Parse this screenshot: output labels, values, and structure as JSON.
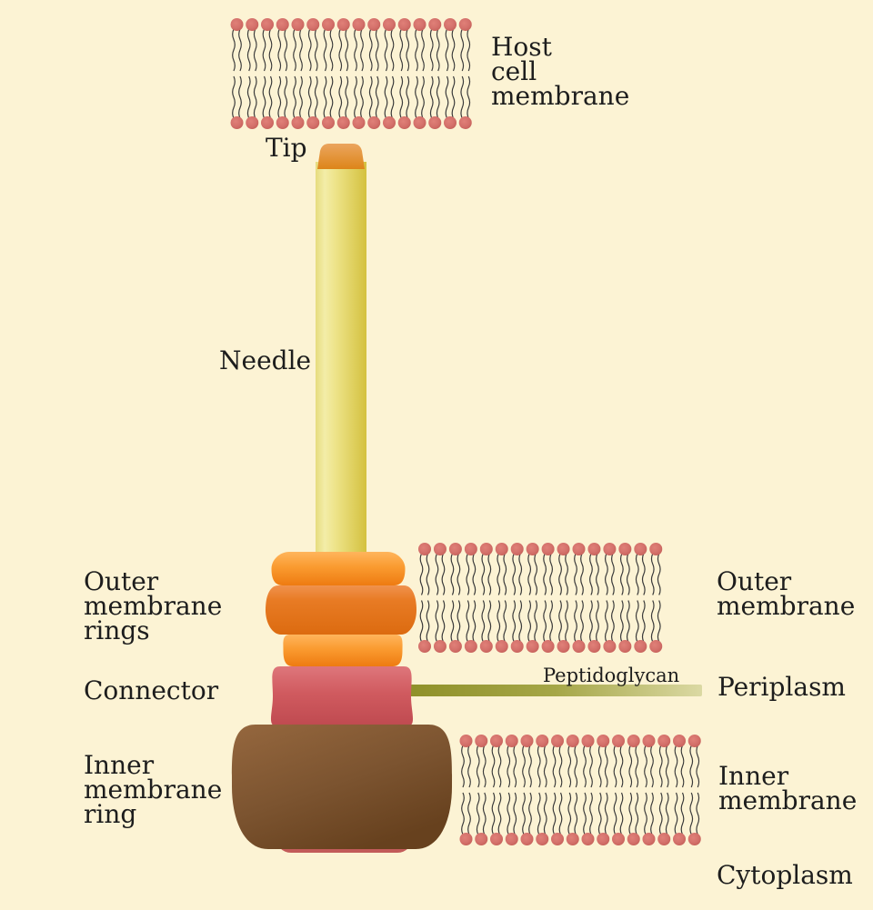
{
  "diagram": {
    "labels": {
      "host_cell_membrane": "Host\ncell\nmembrane",
      "tip": "Tip",
      "needle": "Needle",
      "outer_membrane_rings": "Outer\nmembrane\nrings",
      "connector": "Connector",
      "peptidoglycan": "Peptidoglycan",
      "periplasm": "Periplasm",
      "outer_membrane": "Outer\nmembrane",
      "inner_membrane_ring": "Inner\nmembrane\nring",
      "inner_membrane": "Inner\nmembrane",
      "cytoplasm": "Cytoplasm"
    },
    "colors": {
      "background": "#FCF3D4",
      "text": "#1D1D1D",
      "membrane_head_center": "#E08078",
      "membrane_head_mid": "#D4716B",
      "membrane_head_edge": "#C25C55",
      "lipid_tail": "#3A3A3A",
      "needle_edge": "#E6DC7E",
      "needle_light": "#F3EDA8",
      "needle_dark": "#D4C13F",
      "tip_light": "#EBA55E",
      "tip_dark": "#DD8519",
      "ring_light": "#FFB55C",
      "ring_mid_tone": "#FA9B30",
      "ring_dark": "#EE7B11",
      "ring2_light": "#F0924D",
      "ring2_mid_tone": "#E87B24",
      "ring2_dark": "#DC6B10",
      "connector_light": "#DE767B",
      "connector_mid_tone": "#D05A5F",
      "connector_dark": "#BF4A50",
      "connector_base": "#C25B59",
      "inner_ring_light": "#95673E",
      "inner_ring_mid_tone": "#7C5430",
      "inner_ring_dark": "#67411E",
      "peptidoglycan_dark": "#8F9029",
      "peptidoglycan_mid_tone": "#A5A647",
      "peptidoglycan_light": "#DBD9A3"
    }
  }
}
